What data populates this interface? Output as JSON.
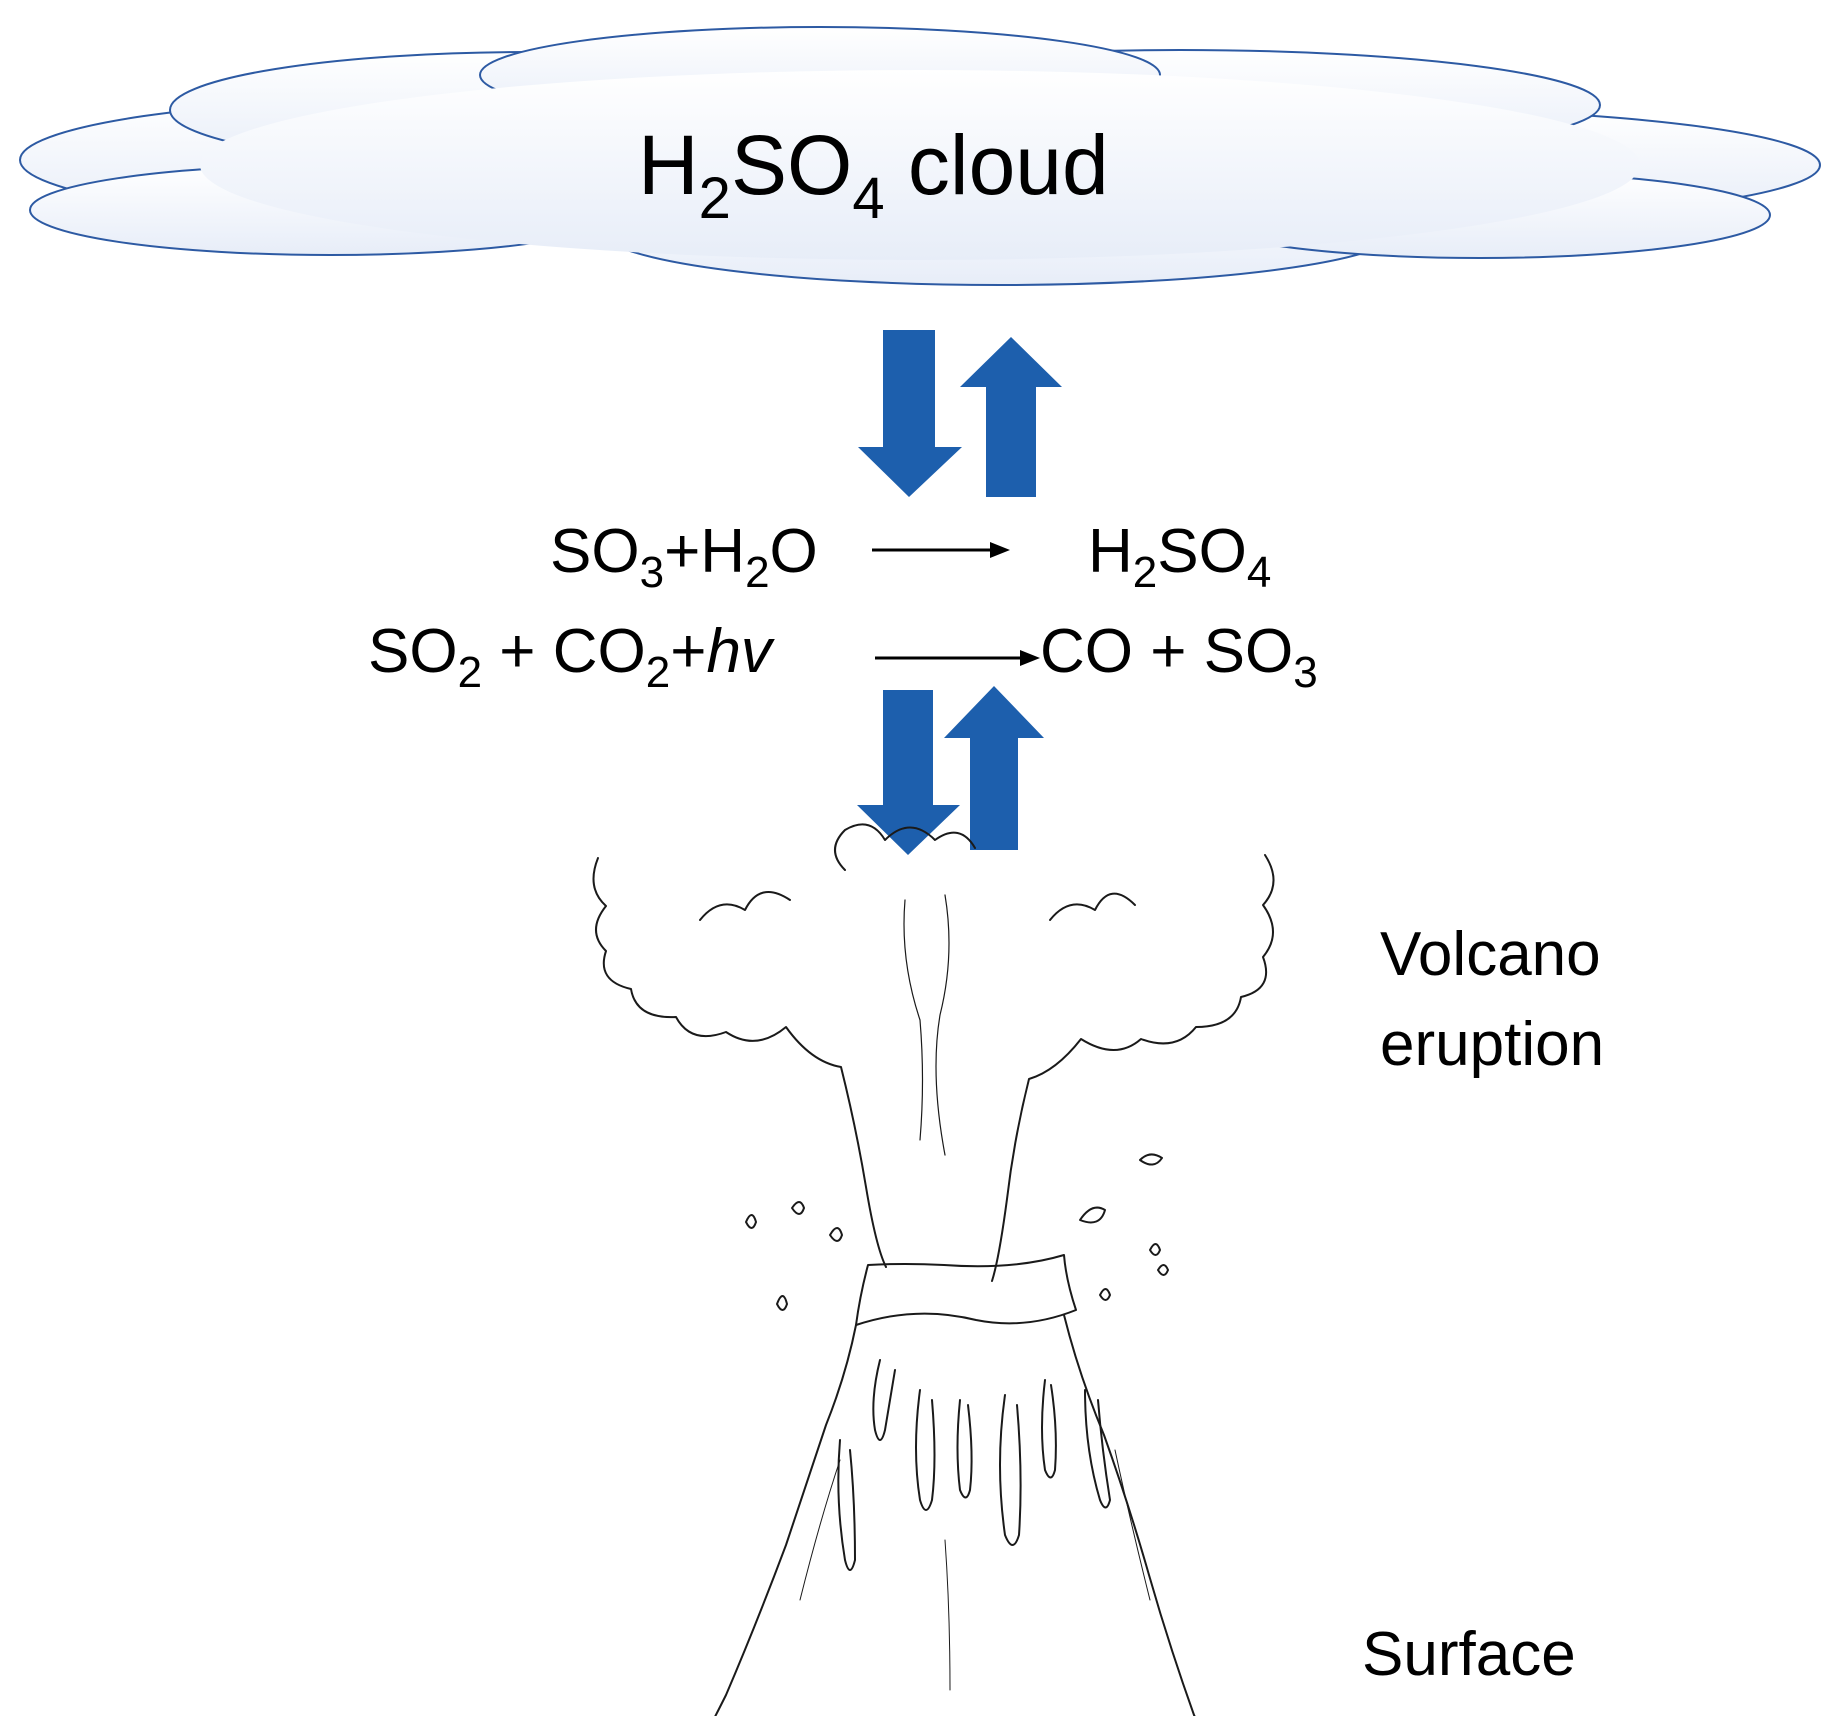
{
  "colors": {
    "arrow": "#1d5fad",
    "cloud_stroke": "#2d5aa3",
    "cloud_fill_top": "#ffffff",
    "cloud_fill_bottom": "#e9eef8",
    "ink": "#000000"
  },
  "cloud": {
    "label_main_1": "H",
    "label_sub_1": "2",
    "label_main_2": "SO",
    "label_sub_2": "4",
    "label_main_3": " cloud"
  },
  "reaction_1": {
    "r_main_1": "SO",
    "r_sub_1": "3",
    "r_main_2": "+H",
    "r_sub_2": "2",
    "r_main_3": "O",
    "p_main_1": "H",
    "p_sub_1": "2",
    "p_main_2": "SO",
    "p_sub_2": "4"
  },
  "reaction_2": {
    "r_main_1": "SO",
    "r_sub_1": "2",
    "r_main_2": " + CO",
    "r_sub_2": "2",
    "r_main_3": "+",
    "r_italic": "hv",
    "p_main_1": "CO + SO",
    "p_sub_1": "3"
  },
  "labels": {
    "volcano_line_1": "Volcano",
    "volcano_line_2": "eruption",
    "surface": "Surface"
  },
  "icons": {
    "cloud": "cloud-icon",
    "arrow_down": "arrow-down-icon",
    "arrow_up": "arrow-up-icon",
    "volcano": "volcano-icon"
  }
}
